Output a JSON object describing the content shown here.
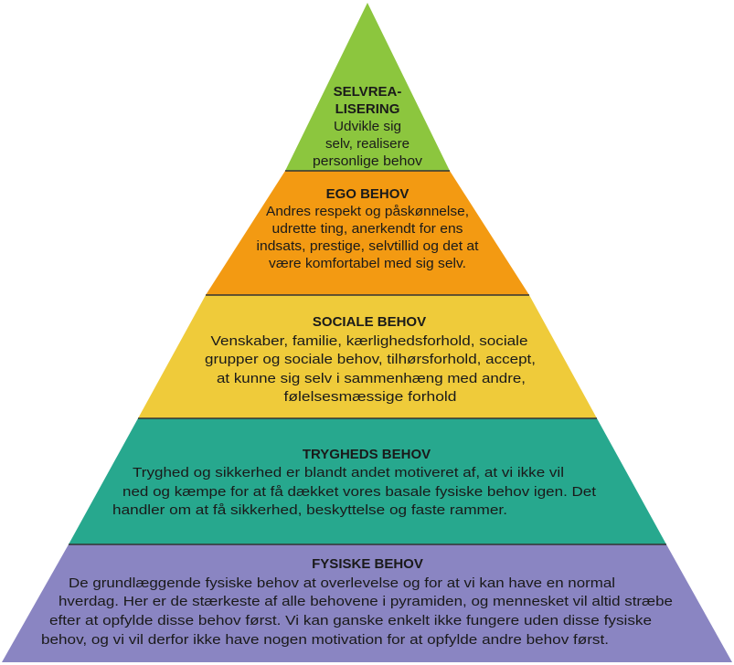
{
  "colors": {
    "self_actualization": "#8cc63e",
    "ego": "#f39a12",
    "social": "#efcb3a",
    "safety": "#27a88e",
    "physical": "#8a85c2"
  },
  "levels": {
    "self_actualization": {
      "title_lines": [
        "SELVREA-",
        "LISERING"
      ],
      "body_lines": [
        "Udvikle sig",
        "selv, realisere",
        "personlige behov"
      ]
    },
    "ego": {
      "title": "EGO BEHOV",
      "body_lines": [
        "Andres respekt og påskønnelse,",
        "udrette ting, anerkendt for ens",
        "indsats, prestige, selvtillid og det at",
        "være komfortabel med sig selv."
      ]
    },
    "social": {
      "title": "SOCIALE BEHOV",
      "body_lines": [
        "Venskaber, familie, kærlighedsforhold, sociale",
        "grupper og sociale behov, tilhørsforhold, accept,",
        "at kunne sig selv i sammenhæng med andre,",
        "følelsesmæssige forhold"
      ]
    },
    "safety": {
      "title": "TRYGHEDS BEHOV",
      "body_lines": [
        "Tryghed og sikkerhed er blandt andet motiveret af, at vi ikke vil",
        "ned og kæmpe for at få dækket vores basale fysiske behov igen. Det",
        "handler om at få sikkerhed, beskyttelse og faste rammer."
      ]
    },
    "physical": {
      "title": "FYSISKE BEHOV",
      "body_lines": [
        "De grundlæggende fysiske behov at overlevelse og for at vi kan have en normal",
        "hverdag. Her er de stærkeste af alle behovene i pyramiden, og mennesket vil altid stræbe",
        "efter at opfylde disse behov først. Vi kan ganske enkelt ikke fungere uden disse fysiske",
        "behov, og vi vil derfor ikke have nogen motivation for at opfylde andre behov først."
      ]
    }
  }
}
